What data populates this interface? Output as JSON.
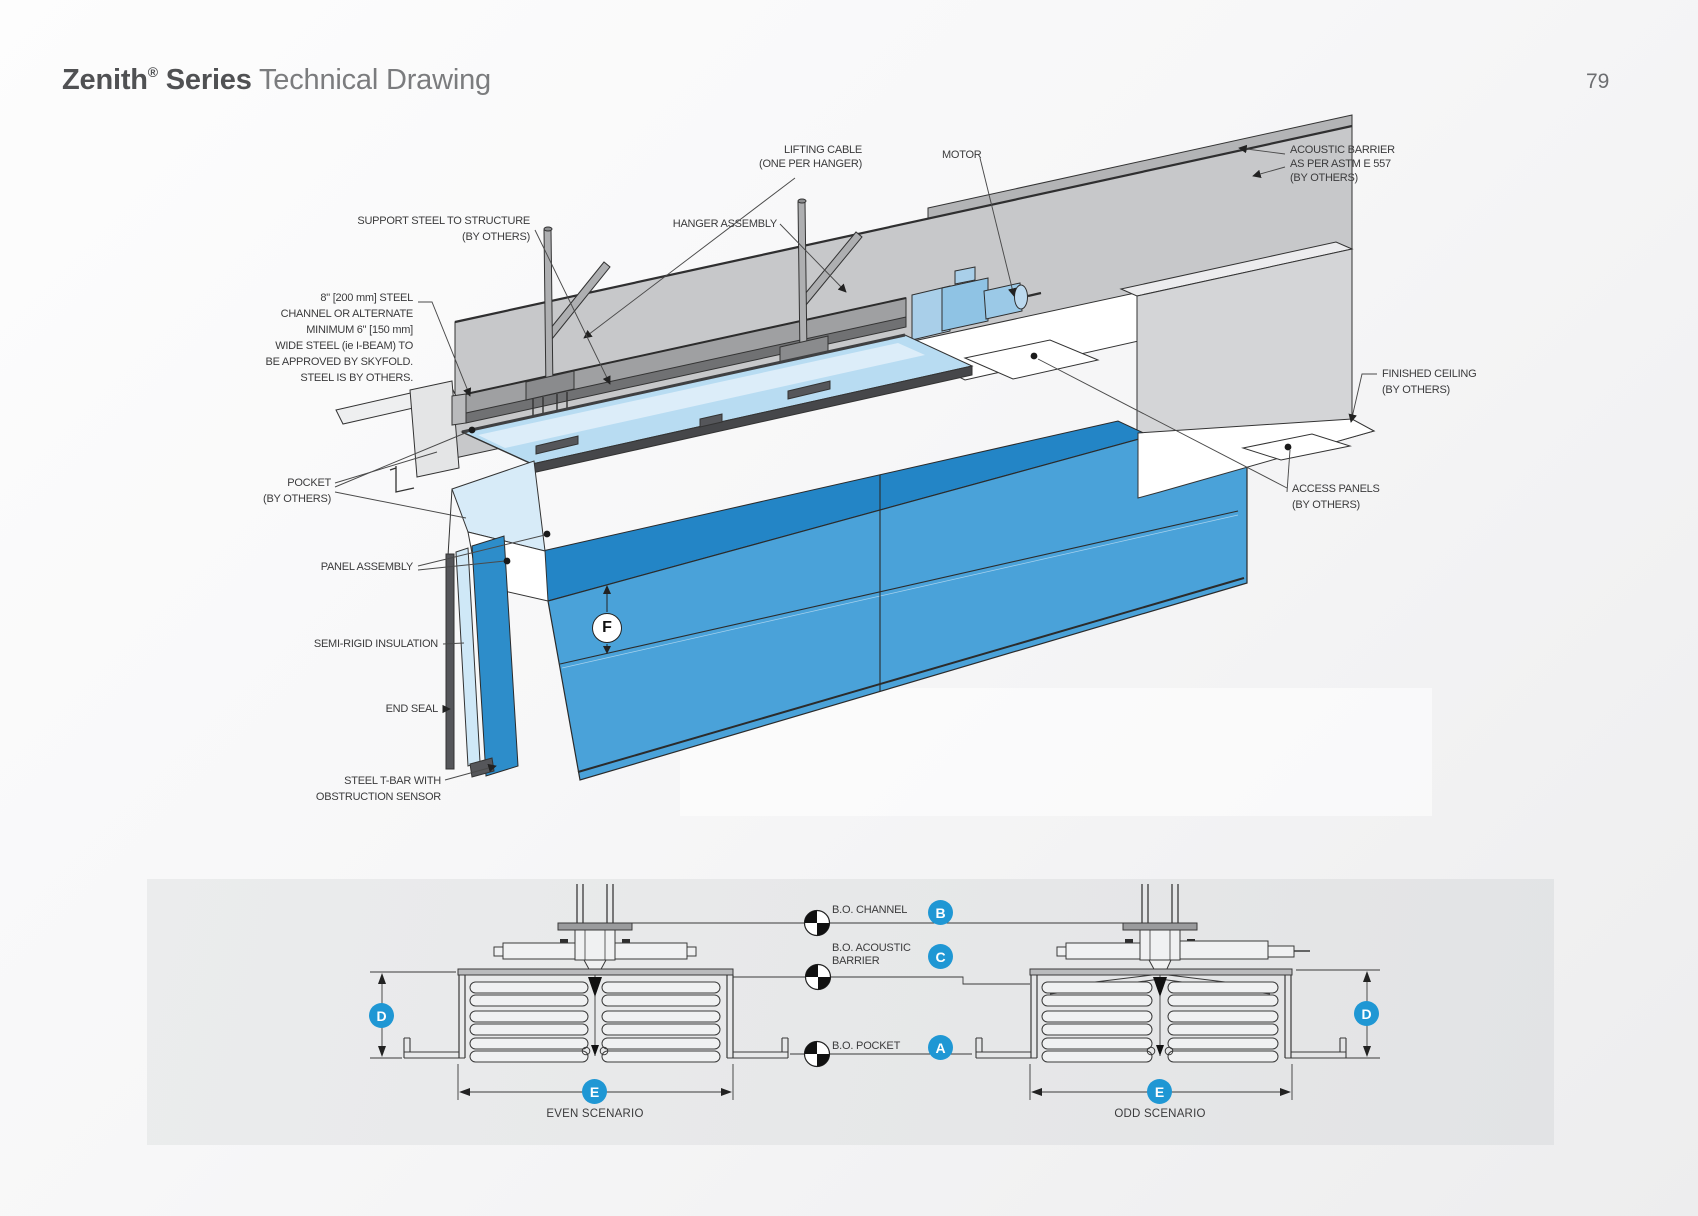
{
  "header": {
    "brand": "Zenith",
    "reg": "®",
    "series": "Series",
    "title": "Technical Drawing",
    "page_number": "79"
  },
  "colors": {
    "accent_blue": "#1f97d4",
    "panel_blue": "#4aa2d9",
    "panel_blue_dark": "#2385c6",
    "panel_blue_light": "#b8dcf2"
  },
  "callouts": {
    "lifting_cable": {
      "lines": [
        "LIFTING CABLE",
        "(ONE PER HANGER)"
      ]
    },
    "motor": {
      "lines": [
        "MOTOR"
      ]
    },
    "hanger_assembly": {
      "lines": [
        "HANGER ASSEMBLY"
      ]
    },
    "support_steel": {
      "lines": [
        "SUPPORT STEEL TO STRUCTURE",
        "(BY OTHERS)"
      ]
    },
    "acoustic_barrier": {
      "lines": [
        "ACOUSTIC BARRIER",
        "AS PER ASTM E 557",
        "(BY OTHERS)"
      ]
    },
    "steel_channel": {
      "lines": [
        "8\" [200 mm] STEEL",
        "CHANNEL OR ALTERNATE",
        "MINIMUM 6\" [150 mm]",
        "WIDE STEEL (ie I-BEAM) TO",
        "BE APPROVED BY SKYFOLD.",
        "STEEL IS BY OTHERS."
      ]
    },
    "pocket": {
      "lines": [
        "POCKET",
        "(BY OTHERS)"
      ]
    },
    "panel_assembly": {
      "lines": [
        "PANEL ASSEMBLY"
      ]
    },
    "semi_rigid_insulation": {
      "lines": [
        "SEMI-RIGID INSULATION"
      ]
    },
    "end_seal": {
      "lines": [
        "END SEAL"
      ]
    },
    "steel_t_bar": {
      "lines": [
        "STEEL T-BAR WITH",
        "OBSTRUCTION SENSOR"
      ]
    },
    "finished_ceiling": {
      "lines": [
        "FINISHED CEILING",
        "(BY OTHERS)"
      ]
    },
    "access_panels": {
      "lines": [
        "ACCESS PANELS",
        "(BY OTHERS)"
      ]
    }
  },
  "dimensions": {
    "f": "F",
    "d": "D",
    "e": "E"
  },
  "section": {
    "datum_channel": {
      "lines": [
        "B.O. CHANNEL"
      ],
      "letter": "B"
    },
    "datum_acoustic": {
      "lines": [
        "B.O. ACOUSTIC",
        "BARRIER"
      ],
      "letter": "C"
    },
    "datum_pocket": {
      "lines": [
        "B.O. POCKET"
      ],
      "letter": "A"
    },
    "scenario_left": "EVEN SCENARIO",
    "scenario_right": "ODD SCENARIO"
  }
}
